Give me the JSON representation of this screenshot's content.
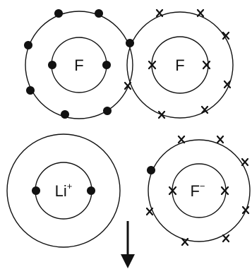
{
  "diagram": {
    "colors": {
      "ink": "#111111",
      "background": "#ffffff"
    },
    "atoms": [
      {
        "id": "fluorine-atom-left",
        "symbol": "F",
        "charge": "",
        "electron_marker": "dot",
        "inner_shell_electrons": 2,
        "outer_shell_electrons": 7
      },
      {
        "id": "fluorine-atom-right",
        "symbol": "F",
        "charge": "",
        "electron_marker": "cross",
        "inner_shell_electrons": 2,
        "outer_shell_electrons": 7
      },
      {
        "id": "lithium-ion",
        "symbol": "Li",
        "charge": "+",
        "electron_marker": "dot",
        "inner_shell_electrons": 2,
        "outer_shell_electrons": 0
      },
      {
        "id": "fluoride-ion",
        "symbol": "F",
        "charge": "−",
        "electron_marker": "cross",
        "inner_shell_electrons": 2,
        "outer_shell_electrons": 8,
        "transferred_electron_marker": "dot"
      }
    ],
    "arrow": {
      "direction": "down"
    }
  }
}
